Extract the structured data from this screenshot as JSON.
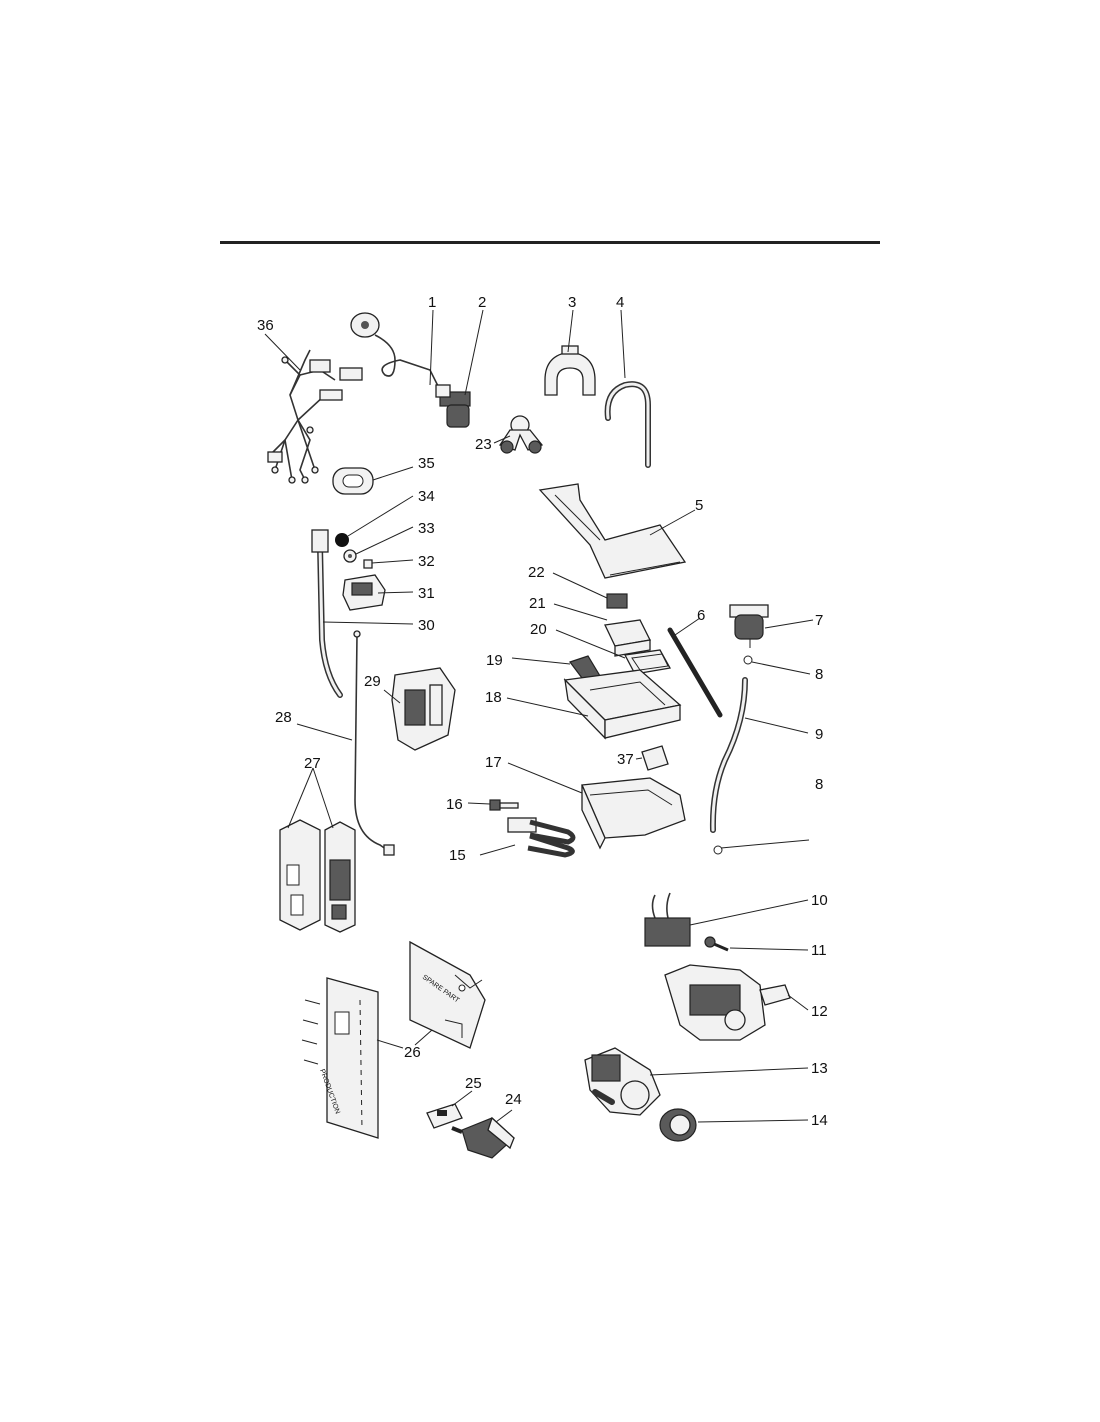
{
  "diagram": {
    "callouts": [
      {
        "id": "1",
        "label": "1"
      },
      {
        "id": "2",
        "label": "2"
      },
      {
        "id": "3",
        "label": "3"
      },
      {
        "id": "4",
        "label": "4"
      },
      {
        "id": "5",
        "label": "5"
      },
      {
        "id": "6",
        "label": "6"
      },
      {
        "id": "7",
        "label": "7"
      },
      {
        "id": "8a",
        "label": "8"
      },
      {
        "id": "8b",
        "label": "8"
      },
      {
        "id": "9",
        "label": "9"
      },
      {
        "id": "10",
        "label": "10"
      },
      {
        "id": "11",
        "label": "11"
      },
      {
        "id": "12",
        "label": "12"
      },
      {
        "id": "13",
        "label": "13"
      },
      {
        "id": "14",
        "label": "14"
      },
      {
        "id": "15",
        "label": "15"
      },
      {
        "id": "16",
        "label": "16"
      },
      {
        "id": "17",
        "label": "17"
      },
      {
        "id": "18",
        "label": "18"
      },
      {
        "id": "19",
        "label": "19"
      },
      {
        "id": "20",
        "label": "20"
      },
      {
        "id": "21",
        "label": "21"
      },
      {
        "id": "22",
        "label": "22"
      },
      {
        "id": "23",
        "label": "23"
      },
      {
        "id": "24",
        "label": "24"
      },
      {
        "id": "25",
        "label": "25"
      },
      {
        "id": "26",
        "label": "26"
      },
      {
        "id": "27",
        "label": "27"
      },
      {
        "id": "28",
        "label": "28"
      },
      {
        "id": "29",
        "label": "29"
      },
      {
        "id": "30",
        "label": "30"
      },
      {
        "id": "31",
        "label": "31"
      },
      {
        "id": "32",
        "label": "32"
      },
      {
        "id": "33",
        "label": "33"
      },
      {
        "id": "34",
        "label": "34"
      },
      {
        "id": "35",
        "label": "35"
      },
      {
        "id": "36",
        "label": "36"
      },
      {
        "id": "37",
        "label": "37"
      }
    ],
    "panel_texts": {
      "spare_part": "SPARE PART",
      "production": "PRODUCTION"
    }
  }
}
